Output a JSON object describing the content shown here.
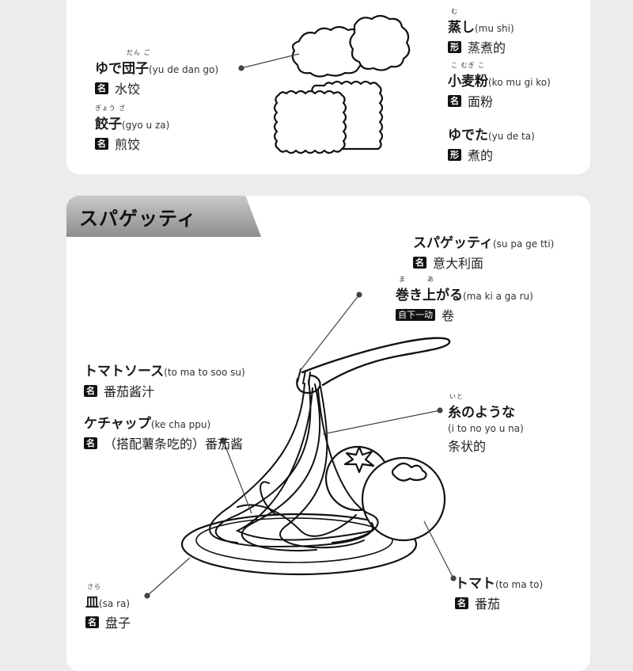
{
  "top": {
    "yudedango": {
      "ruby": "だん ご",
      "jp": "ゆで団子",
      "rom": "(yu de dan go)",
      "badge": "名",
      "gloss": "水饺"
    },
    "gyouza": {
      "ruby": "ぎょう ざ",
      "jp": "餃子",
      "rom": "(gyo u za)",
      "badge": "名",
      "gloss": "煎饺"
    },
    "mushi": {
      "ruby": "む",
      "jp": "蒸し",
      "rom": "(mu shi)",
      "badge": "形",
      "gloss": "蒸煮的"
    },
    "komugiko": {
      "ruby": "こ むぎ こ",
      "jp": "小麦粉",
      "rom": "(ko mu gi ko)",
      "badge": "名",
      "gloss": "面粉"
    },
    "yudeta": {
      "ruby": "",
      "jp": "ゆでた",
      "rom": "(yu de ta)",
      "badge": "形",
      "gloss": "煮的"
    }
  },
  "section": {
    "title": "スパゲッティ"
  },
  "main": {
    "spaghetti": {
      "jp": "スパゲッティ",
      "rom": "(su pa ge tti)",
      "badge": "名",
      "gloss": "意大利面"
    },
    "makiagaru": {
      "ruby": "ま　　　あ",
      "jp": "巻き上がる",
      "rom": "(ma ki a ga ru)",
      "badge": "自下一动",
      "gloss": "卷"
    },
    "tomatosoosu": {
      "jp": "トマトソース",
      "rom": "(to ma to soo su)",
      "badge": "名",
      "gloss": "番茄酱汁"
    },
    "kechappu": {
      "jp": "ケチャップ",
      "rom": "(ke cha ppu)",
      "badge": "名",
      "gloss": "（搭配薯条吃的）番茄酱"
    },
    "itonoyouna": {
      "ruby": "いと",
      "jp": "糸のような",
      "rom": "(i to no yo u na)",
      "gloss": "条状的"
    },
    "tomato": {
      "jp": "トマト",
      "rom": "(to ma to)",
      "badge": "名",
      "gloss": "番茄"
    },
    "sara": {
      "ruby": "さら",
      "jp": "皿",
      "rom": "(sa ra)",
      "badge": "名",
      "gloss": "盘子"
    }
  }
}
